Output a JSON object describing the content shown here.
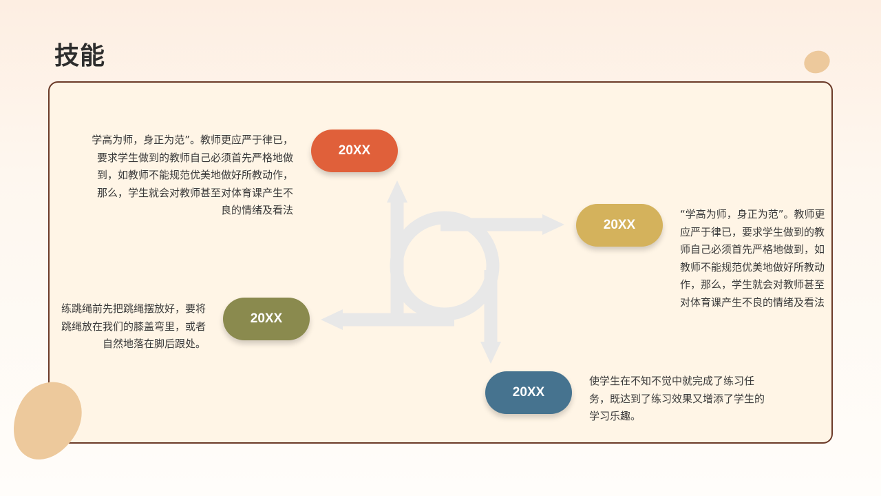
{
  "title": "技能",
  "colors": {
    "pill_1": "#e0603a",
    "pill_2": "#d4b25c",
    "pill_3": "#8a8a4e",
    "pill_4": "#46738f",
    "frame": "#6b3a28",
    "panel": "#fff5e6",
    "blob": "#edc99c",
    "arrows": "#e6e6e6"
  },
  "items": [
    {
      "label": "20XX",
      "text": "学高为师，身正为范”。教师更应严于律已，要求学生做到的教师自己必须首先严格地做到，如教师不能规范优美地做好所教动作，那么，学生就会对教师甚至对体育课产生不良的情绪及看法"
    },
    {
      "label": "20XX",
      "text": "“学高为师，身正为范”。教师更应严于律已，要求学生做到的教师自己必须首先严格地做到，如教师不能规范优美地做好所教动作，那么，学生就会对教师甚至对体育课产生不良的情绪及看法"
    },
    {
      "label": "20XX",
      "text": "练跳绳前先把跳绳摆放好，要将跳绳放在我们的膝盖弯里，或者自然地落在脚后跟处。"
    },
    {
      "label": "20XX",
      "text": "使学生在不知不觉中就完成了练习任务，既达到了练习效果又增添了学生的学习乐趣。"
    }
  ]
}
